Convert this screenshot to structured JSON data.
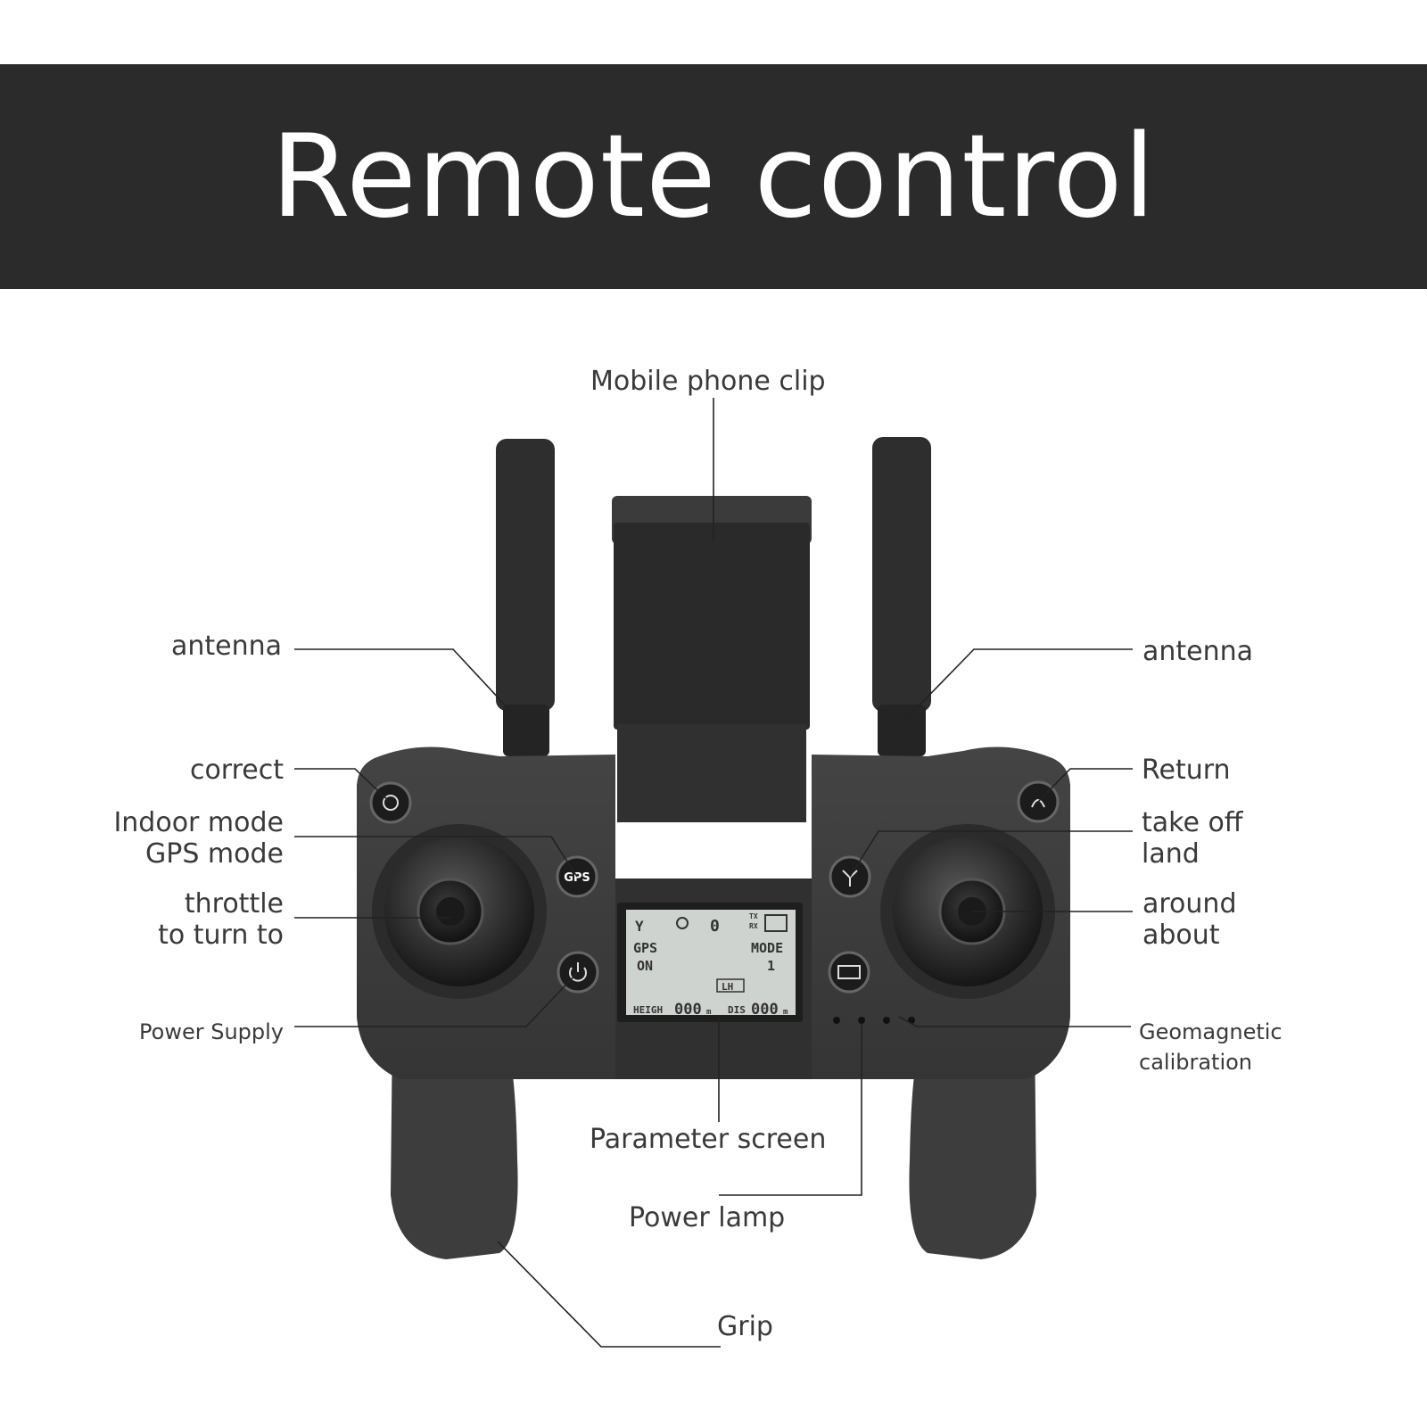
{
  "title": "Remote control",
  "labels": {
    "mobile_phone_clip": "Mobile phone clip",
    "antenna_left": "antenna",
    "antenna_right": "antenna",
    "correct": "correct",
    "indoor_mode": "Indoor mode",
    "gps_mode": "GPS mode",
    "throttle": "throttle",
    "to_turn_to": "to turn to",
    "power_supply": "Power Supply",
    "return": "Return",
    "take_off": "take off",
    "land": "land",
    "around": "around",
    "about": "about",
    "geomagnetic": "Geomagnetic",
    "calibration": "calibration",
    "parameter_screen": "Parameter screen",
    "power_lamp": "Power lamp",
    "grip": "Grip"
  },
  "buttons": {
    "gps": "GPS"
  },
  "lcd": {
    "gps": "GPS",
    "on": "ON",
    "mode": "MODE",
    "mode_value": "1",
    "lh": "LH",
    "heigh": "HEIGH",
    "heigh_value": "000",
    "dis": "DIS",
    "dis_value": "000",
    "unit": "m",
    "counter": "0",
    "tx": "TX",
    "rx": "RX"
  },
  "colors": {
    "banner": "#2b2b2b",
    "controller_body": "#3a3a3a",
    "lcd_background": "#cfd3d0"
  }
}
